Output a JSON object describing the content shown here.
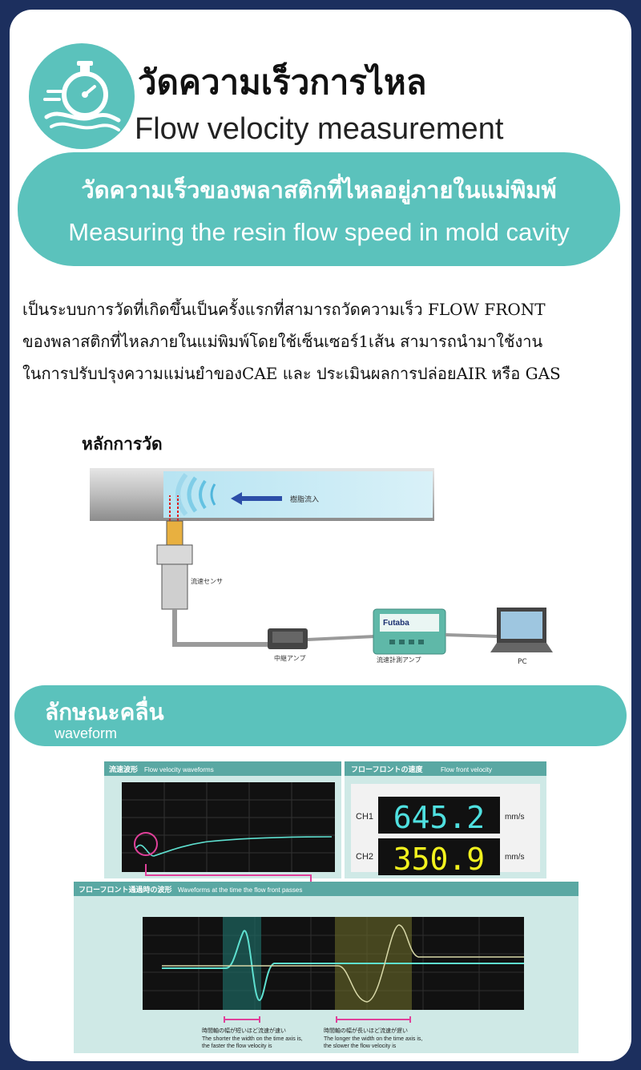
{
  "header": {
    "title_th": "วัดความเร็วการไหล",
    "title_en": "Flow velocity measurement",
    "icon": "stopwatch-flow-icon"
  },
  "banner": {
    "line_th": "วัดความเร็วของพลาสติกที่ไหลอยู่ภายในแม่พิมพ์",
    "line_en": "Measuring the resin flow speed in mold cavity"
  },
  "description": {
    "lines": [
      "เป็นระบบการวัดที่เกิดขึ้นเป็นครั้งแรกที่สามารถวัดความเร็ว FLOW FRONT",
      "ของพลาสติกที่ไหลภายในแม่พิมพ์โดยใช้เซ็นเซอร์1เส้น สามารถนำมาใช้งาน",
      "ในการปรับปรุงความแม่นยำของCAE และ ประเมินผลการปล่อยAIR หรือ GAS"
    ]
  },
  "principle": {
    "label": "หลักการวัด",
    "resin_inflow": "樹脂流入",
    "sensor": "流速センサ",
    "amp": "中継アンプ",
    "meter_brand": "Futaba",
    "meter": "流速計測アンプ",
    "pc": "PC"
  },
  "waveform": {
    "title_th": "ลักษณะคลื่น",
    "title_en": "waveform",
    "velocity_panel": {
      "title_jp": "流速波形",
      "title_en": "Flow velocity waveforms"
    },
    "front_panel": {
      "title_jp": "フローフロントの速度",
      "title_en": "Flow front velocity",
      "channels": [
        {
          "label": "CH1",
          "value": "645.2",
          "unit": "mm/s",
          "color": "#4fe0e0"
        },
        {
          "label": "CH2",
          "value": "350.9",
          "unit": "mm/s",
          "color": "#f2f21e"
        }
      ]
    },
    "pass_panel": {
      "title_jp": "フローフロント通過時の波形",
      "title_en": "Waveforms at the time the flow front passes",
      "note_left_jp": "時間軸の幅が短いほど流速が速い",
      "note_left_en_1": "The shorter the width on the time axis is,",
      "note_left_en_2": "the faster the flow velocity is",
      "note_right_jp": "時間軸の幅が長いほど流速が遅い",
      "note_right_en_1": "The longer the width on the time axis is,",
      "note_right_en_2": "the slower the flow velocity is"
    }
  },
  "colors": {
    "teal": "#5bc2bc",
    "navy_frame": "#1c2f5e"
  }
}
